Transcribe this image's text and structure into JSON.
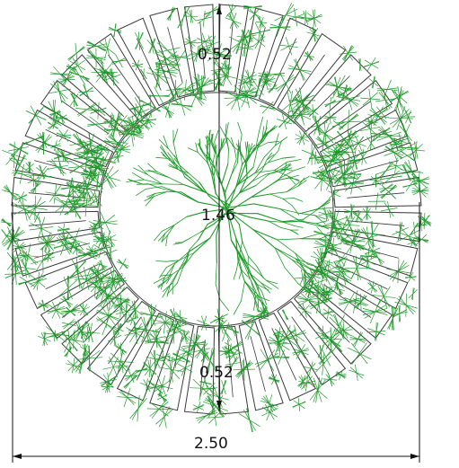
{
  "drawing": {
    "dimensions": {
      "top_radial": "0.52",
      "center": "1.46",
      "bottom_radial": "0.52",
      "overall_width": "2.50"
    },
    "slot_count": 36,
    "colors": {
      "background": "#ffffff",
      "outline": "#3a3a3a",
      "root_network": "#1f9a2b",
      "dimension_line": "#111111"
    }
  }
}
